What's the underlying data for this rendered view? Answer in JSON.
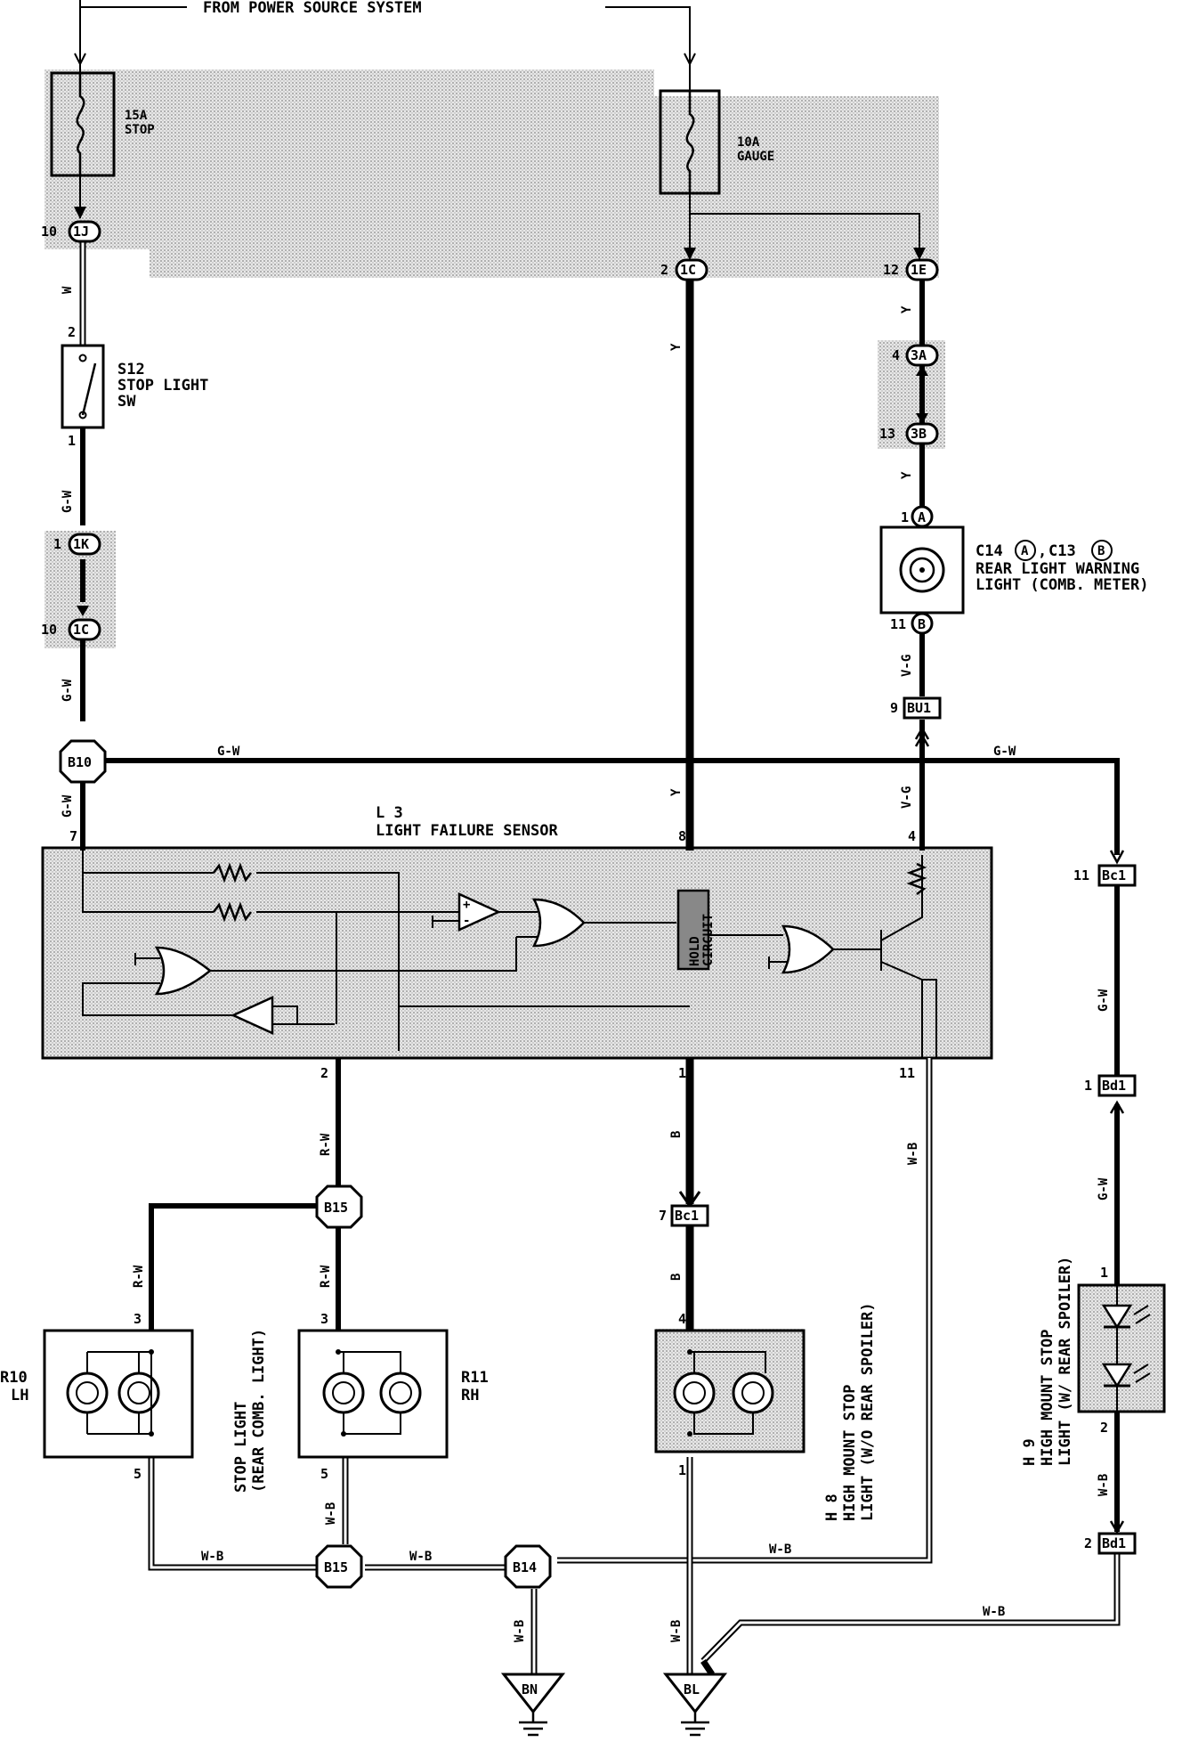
{
  "header": {
    "source_label": "FROM POWER SOURCE SYSTEM"
  },
  "fuses": {
    "stop": {
      "rating": "15A",
      "name": "STOP"
    },
    "gauge": {
      "rating": "10A",
      "name": "GAUGE"
    }
  },
  "connectors": {
    "c_1j": {
      "pin": "10",
      "id": "1J"
    },
    "c_1c_gauge": {
      "pin": "2",
      "id": "1C"
    },
    "c_1e": {
      "pin": "12",
      "id": "1E"
    },
    "c_3a": {
      "pin": "4",
      "id": "3A"
    },
    "c_3b": {
      "pin": "13",
      "id": "3B"
    },
    "c_1k": {
      "pin": "1",
      "id": "1K"
    },
    "c_1c_left": {
      "pin": "10",
      "id": "1C"
    },
    "c_a": {
      "pin": "1",
      "id": "A"
    },
    "c_b": {
      "pin": "11",
      "id": "B"
    },
    "bu1": {
      "pin": "9",
      "id": "BU1"
    },
    "bc1_right": {
      "pin": "11",
      "id": "Bc1"
    },
    "bd1_top": {
      "pin": "1",
      "id": "Bd1"
    },
    "bc1_mid": {
      "pin": "7",
      "id": "Bc1"
    },
    "bd1_bottom": {
      "pin": "2",
      "id": "Bd1"
    }
  },
  "junctions": {
    "b10": "B10",
    "b15_top": "B15",
    "b15_bottom": "B15",
    "b14": "B14"
  },
  "grounds": {
    "bn": "BN",
    "bl": "BL"
  },
  "components": {
    "s12": {
      "id": "S12",
      "line1": "STOP LIGHT",
      "line2": "SW",
      "pin_top": "2",
      "pin_bottom": "1"
    },
    "warning": {
      "id": "C14",
      "id_a": "A",
      "sep": ",",
      "id2": "C13",
      "id_b": "B",
      "line1": "REAR LIGHT WARNING",
      "line2": "LIGHT (COMB. METER)"
    },
    "sensor": {
      "id": "L 3",
      "name": "LIGHT FAILURE SENSOR",
      "pin_7": "7",
      "pin_8": "8",
      "pin_4": "4",
      "pin_2": "2",
      "pin_1": "1",
      "pin_11": "11",
      "hold_label1": "HOLD",
      "hold_label2": "CIRCUIT"
    },
    "r10": {
      "id": "R10",
      "side": "LH",
      "pin_top": "3",
      "pin_bottom": "5"
    },
    "r11": {
      "id": "R11",
      "side": "RH",
      "pin_top": "3",
      "pin_bottom": "5"
    },
    "stop_light_label": {
      "line1": "STOP LIGHT",
      "line2": "(REAR COMB. LIGHT)"
    },
    "h8": {
      "id": "H 8",
      "line1": "HIGH MOUNT STOP",
      "line2": "LIGHT (W/O REAR SPOILER)",
      "pin_top": "4",
      "pin_bottom": "1"
    },
    "h9": {
      "id": "H 9",
      "line1": "HIGH MOUNT STOP",
      "line2": "LIGHT (W/ REAR SPOILER)",
      "pin_top": "1",
      "pin_bottom": "2"
    }
  },
  "wire_colors": {
    "w": "W",
    "gw_1": "G-W",
    "gw_2": "G-W",
    "gw_3": "G-W",
    "gw_horiz_left": "G-W",
    "gw_horiz_right": "G-W",
    "gw_right_1": "G-W",
    "gw_right_2": "G-W",
    "y_center_1": "Y",
    "y_center_2": "Y",
    "y_right_1": "Y",
    "y_right_2": "Y",
    "vg_1": "V-G",
    "vg_2": "V-G",
    "rw_1": "R-W",
    "rw_2": "R-W",
    "rw_3": "R-W",
    "b_1": "B",
    "b_2": "B",
    "wb_1": "W-B",
    "wb_2": "W-B",
    "wb_3": "W-B",
    "wb_4": "W-B",
    "wb_5": "W-B",
    "wb_6": "W-B",
    "wb_7": "W-B",
    "wb_8": "W-B",
    "wb_9": "W-B"
  }
}
